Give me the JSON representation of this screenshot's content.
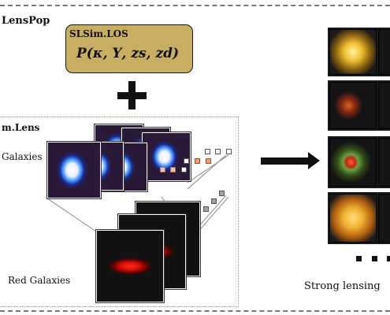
{
  "labels": {
    "lenspop": "LensPop",
    "los_title": "SLSim.LOS",
    "los_formula": "P(κ, Υ, zs, zd)",
    "lens_title": "m.Lens",
    "galaxies": "Galaxies",
    "red_galaxies": "Red Galaxies",
    "strong_lensing": "Strong lensing"
  },
  "colors": {
    "los_box": "#c8ae62",
    "blue_galaxy_core": "#3f8cff",
    "red_galaxy_core": "#d01008",
    "square_orange": "#e8a070",
    "square_pink": "#f0c0b0",
    "square_gray": "#a0a0a0"
  }
}
